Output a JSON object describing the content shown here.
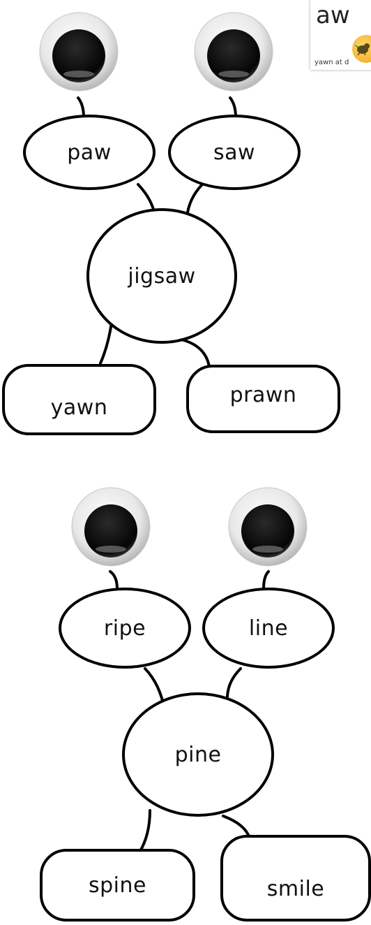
{
  "badge": {
    "title": "aw",
    "caption": "yawn at d"
  },
  "group1": {
    "top_left": "paw",
    "top_right": "saw",
    "center": "jigsaw",
    "bottom_left": "yawn",
    "bottom_right": "prawn"
  },
  "group2": {
    "top_left": "ripe",
    "top_right": "line",
    "center": "pine",
    "bottom_left": "spine",
    "bottom_right": "smile"
  }
}
